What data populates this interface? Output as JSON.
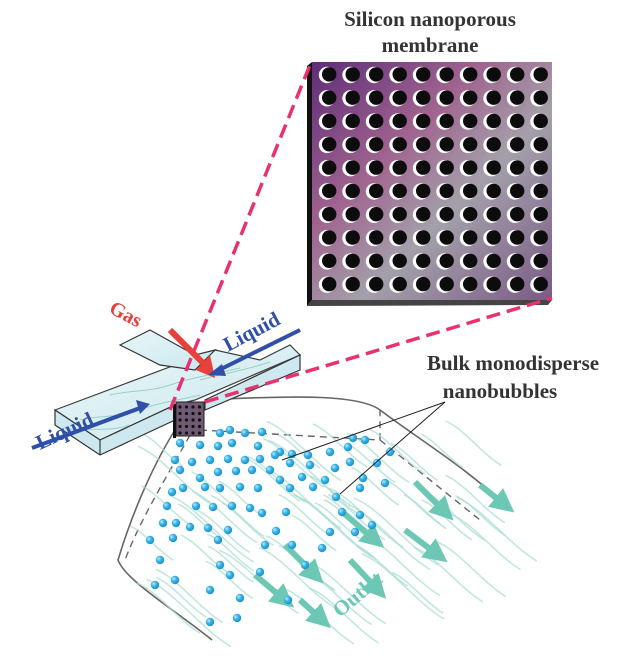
{
  "figure": {
    "title": "Silicon nanoporous membrane nanobubble generation schematic",
    "labels": {
      "membrane_title_line1": "Silicon nanoporous",
      "membrane_title_line2": "membrane",
      "bubbles_line1": "Bulk monodisperse",
      "bubbles_line2": "nanobubbles",
      "gas": "Gas",
      "liquid_left": "Liquid",
      "liquid_right": "Liquid",
      "outlet": "Outlet"
    },
    "membrane": {
      "rows": 10,
      "cols": 10
    },
    "small_membrane": {
      "rows": 5,
      "cols": 4
    },
    "colors": {
      "gas_arrow": "#e8403a",
      "liquid_arrow": "#2f4fa8",
      "zoom_lines": "#e8316f",
      "bubble": "#29a9e1",
      "flow_arrow": "#6cc8b4",
      "channel_fill": "#d6eef2",
      "outline": "#555555"
    }
  }
}
